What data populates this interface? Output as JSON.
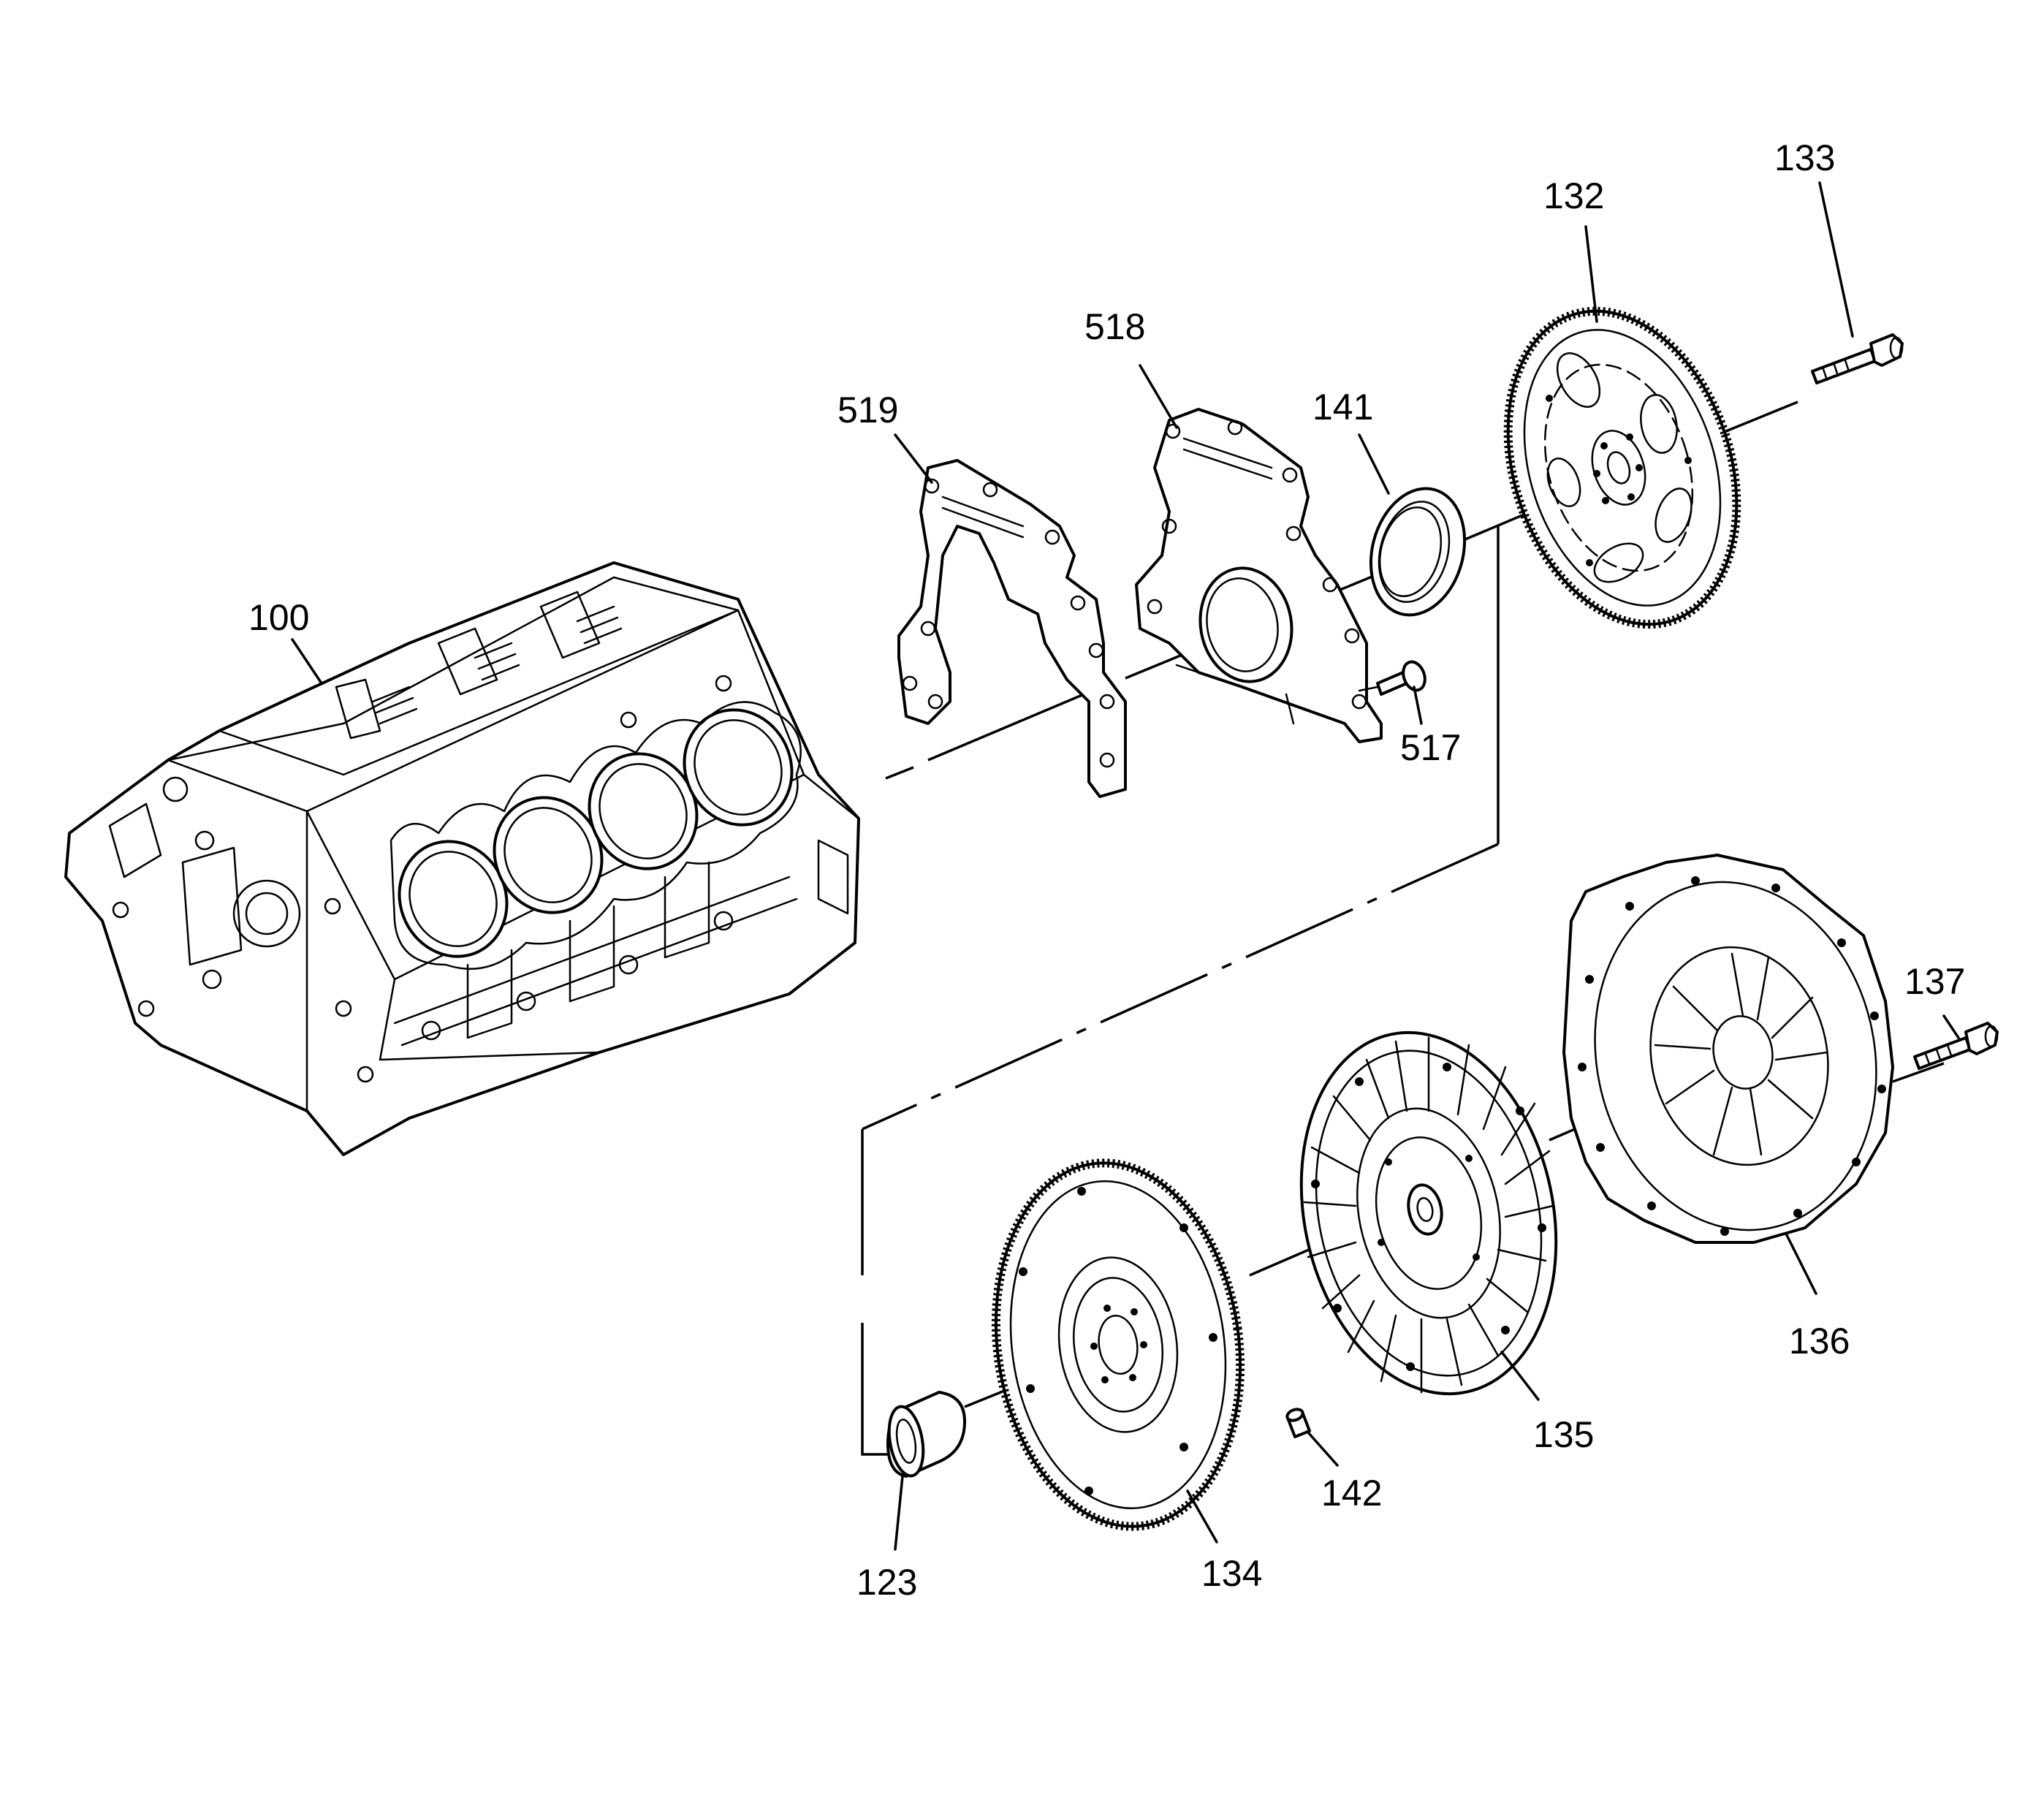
{
  "callouts": [
    {
      "id": "100",
      "label": "100"
    },
    {
      "id": "519",
      "label": "519"
    },
    {
      "id": "518",
      "label": "518"
    },
    {
      "id": "141",
      "label": "141"
    },
    {
      "id": "132",
      "label": "132"
    },
    {
      "id": "133",
      "label": "133"
    },
    {
      "id": "517",
      "label": "517"
    },
    {
      "id": "137",
      "label": "137"
    },
    {
      "id": "136",
      "label": "136"
    },
    {
      "id": "135",
      "label": "135"
    },
    {
      "id": "142",
      "label": "142"
    },
    {
      "id": "134",
      "label": "134"
    },
    {
      "id": "123",
      "label": "123"
    }
  ]
}
